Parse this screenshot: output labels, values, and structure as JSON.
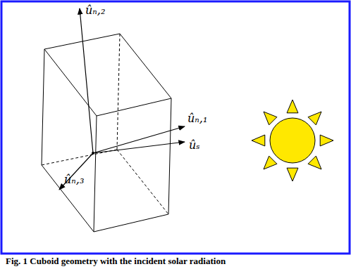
{
  "diagram": {
    "caption": "Fig. 1 Cuboid geometry with the incident solar radiation",
    "labels": [
      "ûₙ,₂",
      "ûₙ,₁",
      "ûₛ",
      "ûₙ,₃"
    ]
  }
}
